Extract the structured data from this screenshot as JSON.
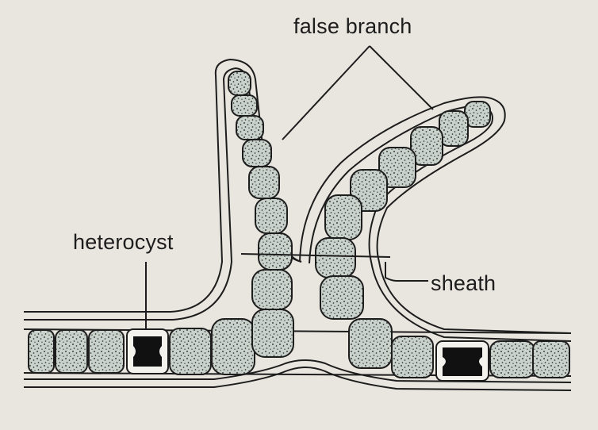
{
  "labels": {
    "false_branch": "false branch",
    "heterocyst": "heterocyst",
    "sheath": "sheath"
  },
  "colors": {
    "paper": "#e9e6df",
    "ink": "#1d1d1d",
    "cell_fill": "#c9d1cb",
    "cell_stipple": "#3a3a3a",
    "heterocyst_fill": "#111111",
    "heterocyst_wall": "#f4f2ec"
  }
}
